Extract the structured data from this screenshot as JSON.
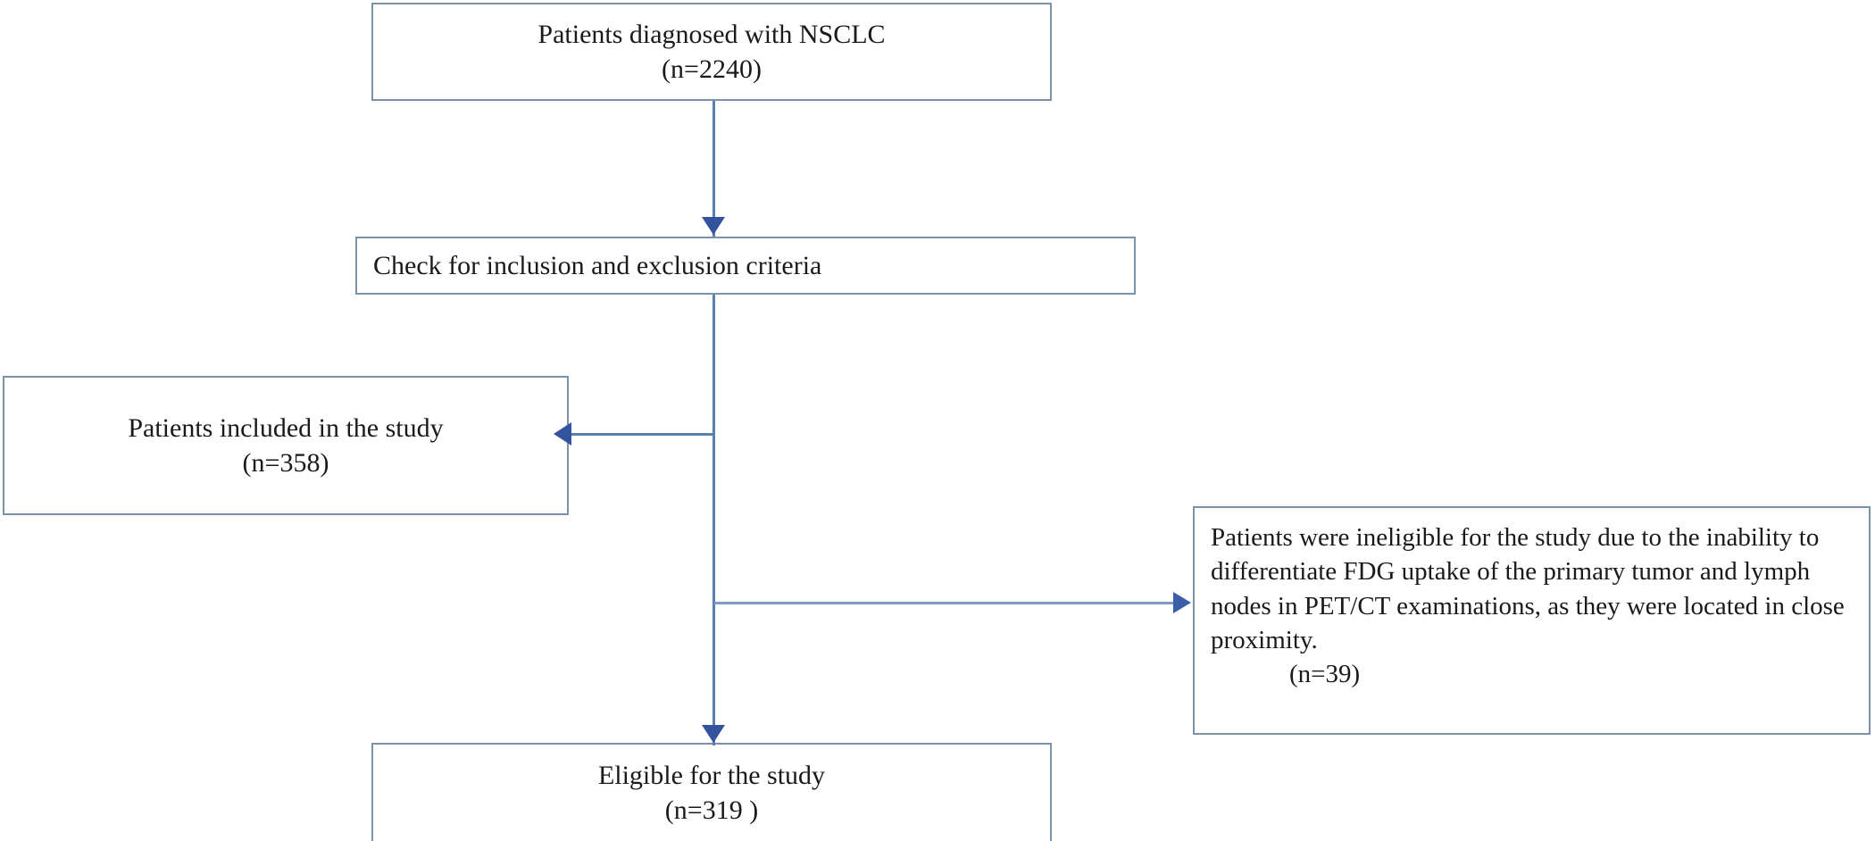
{
  "figure": {
    "type": "flowchart",
    "title": "Patient selection flow diagram",
    "border_color": "#7a93ad",
    "connector_color": "#5b7fae",
    "arrowhead_color": "#33539e",
    "text_color": "#1a1a1a",
    "background": "#ffffff"
  },
  "nodes": {
    "diagnosed": {
      "label": "Patients diagnosed with NSCLC",
      "count": "(n=2240)",
      "n": 2240
    },
    "criteria": {
      "label": "Check for inclusion and exclusion criteria"
    },
    "included": {
      "label": "Patients included in the study",
      "count": "(n=358)",
      "n": 358
    },
    "ineligible": {
      "label": "Patients were ineligible for the study due to the inability to differentiate FDG uptake of the primary tumor and lymph nodes in PET/CT examinations, as they were located in close proximity.",
      "count": "(n=39)",
      "n": 39
    },
    "eligible": {
      "label": "Eligible for the study",
      "count": "(n=319 )",
      "n": 319
    }
  },
  "connectors": [
    {
      "id": "diagnosed-to-criteria",
      "from": "diagnosed",
      "to": "criteria",
      "direction": "down",
      "arrowhead": "down"
    },
    {
      "id": "trunk-to-included",
      "from": "criteria",
      "to": "included",
      "direction": "left",
      "arrowhead": "left"
    },
    {
      "id": "trunk-to-ineligible",
      "from": "criteria",
      "to": "ineligible",
      "direction": "right",
      "arrowhead": "right"
    },
    {
      "id": "trunk-to-eligible",
      "from": "criteria",
      "to": "eligible",
      "direction": "down",
      "arrowhead": "down"
    }
  ]
}
